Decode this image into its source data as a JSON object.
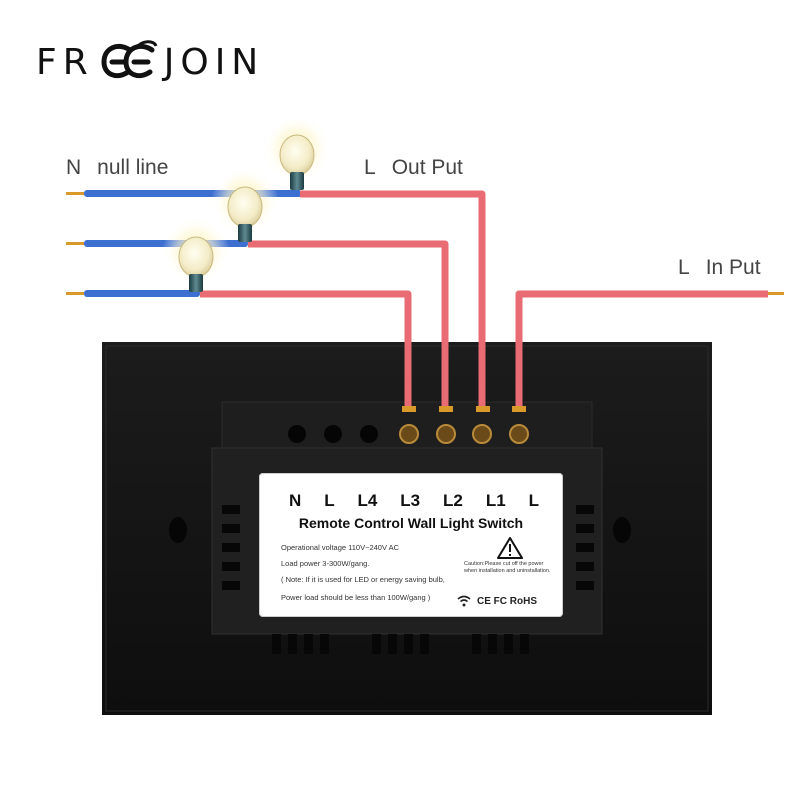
{
  "brand": {
    "text_left": "FR",
    "text_right": "JOIN",
    "logo_icon": "double-e-script-logo-icon"
  },
  "wiring": {
    "null_label_letter": "N",
    "null_label_text": "null line",
    "output_label_letter": "L",
    "output_label_text": "Out Put",
    "input_label_letter": "L",
    "input_label_text": "In Put",
    "colors": {
      "null_wire": "#3d6fd1",
      "live_wire": "#e96b73",
      "copper": "#d99a2b"
    }
  },
  "sticker": {
    "terminals": [
      "N",
      "L",
      "L4",
      "L3",
      "L2",
      "L1",
      "L"
    ],
    "product_name": "Remote Control Wall Light Switch",
    "spec_voltage": "Operational voltage    110V~240V AC",
    "spec_load": "Load power   3-300W/gang.",
    "spec_note": "( Note: If it is used for LED or energy saving bulb,",
    "spec_note2": "Power load should be less than 100W/gang )",
    "caution": "Caution:Please cut off the power when installation and uninstallation.",
    "certifications": "CE  FC  RoHS",
    "icons": [
      "warning-triangle-icon",
      "wifi-icon"
    ]
  },
  "device": {
    "body_color": "#151515"
  }
}
